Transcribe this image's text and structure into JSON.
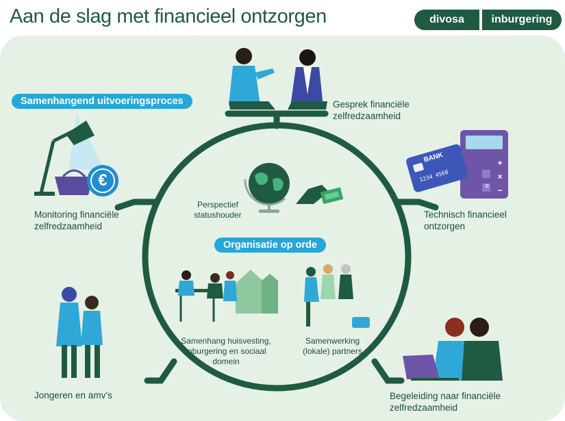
{
  "title": "Aan de slag met financieel ontzorgen",
  "brand": {
    "left": "divosa",
    "right": "inburgering"
  },
  "badges": {
    "process": "Samenhangend uitvoeringsproces",
    "organisation": "Organisatie op orde"
  },
  "outer_items": {
    "gesprek": [
      "Gesprek financiële",
      "zelfredzaamheid"
    ],
    "monitoring": [
      "Monitoring financiële",
      "zelfredzaamheid"
    ],
    "technisch": [
      "Technisch financieel",
      "ontzorgen"
    ],
    "jongeren": "Jongeren en amv’s",
    "begeleiding": [
      "Begeleiding naar financiële",
      "zelfredzaamheid"
    ]
  },
  "inner_items": {
    "perspectief": [
      "Perspectief",
      "statushouder"
    ],
    "samenhang": [
      "Samenhang huisvesting,",
      "inburgering en sociaal",
      "domein"
    ],
    "samenwerking": [
      "Samenwerking",
      "(lokale) partners"
    ]
  },
  "card": {
    "brand": "BANK",
    "number": "1234 4568"
  },
  "icons": {
    "euro": "€",
    "calculator": [
      "+",
      "×",
      "−",
      "="
    ]
  },
  "colors": {
    "dark_green": "#1f5a43",
    "panel": "#e5f1e5",
    "accent_blue": "#25a7da",
    "card_blue": "#3d57b8",
    "calculator": "#6e55a8"
  }
}
